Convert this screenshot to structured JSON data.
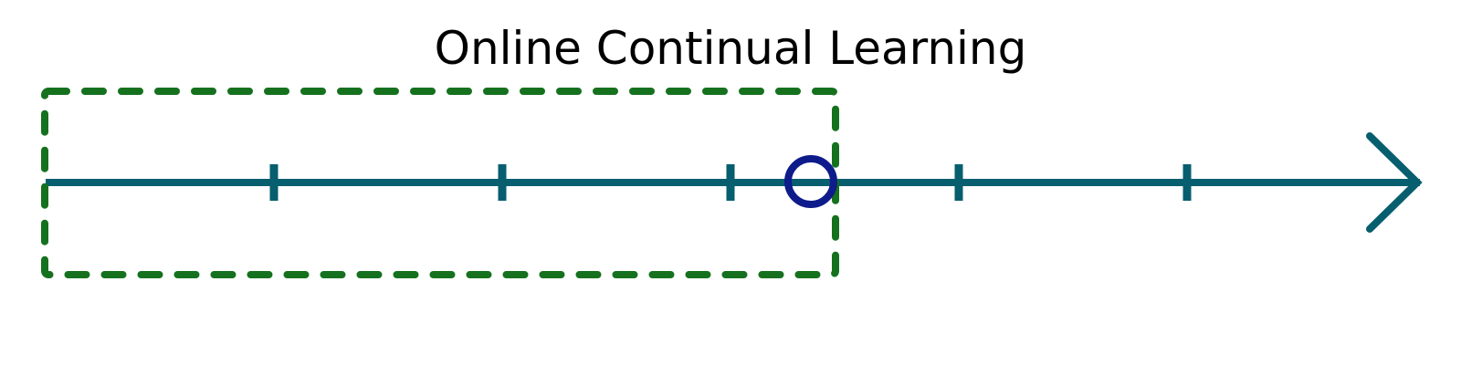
{
  "title": "Online Continual Learning",
  "colors": {
    "timeline": "#075E6E",
    "window": "#15711E",
    "current_marker": "#0E1B8A",
    "title_text": "#000000",
    "background": "#ffffff"
  },
  "timeline": {
    "tick_count": 5,
    "direction": "right"
  },
  "window": {
    "style": "dashed",
    "covers": "past-to-current"
  },
  "current_marker": {
    "shape": "hollow-circle"
  }
}
